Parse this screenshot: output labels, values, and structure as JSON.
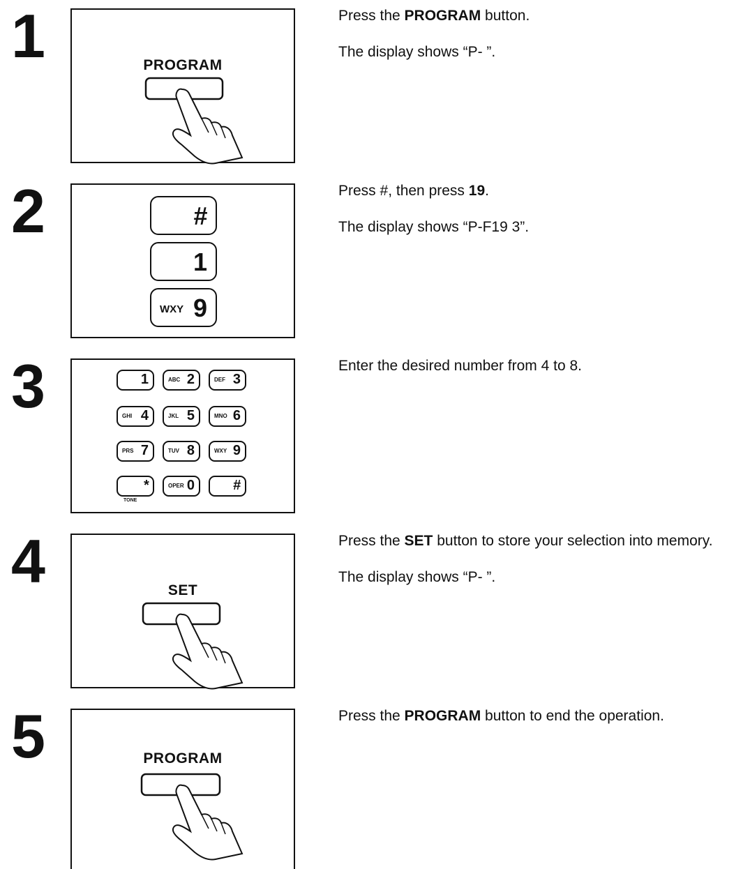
{
  "steps": [
    {
      "number": "1",
      "button_label": "PROGRAM",
      "instr_a": "Press the ",
      "instr_b": "PROGRAM",
      "instr_c": " button.",
      "display": "The display shows “P-  ”."
    },
    {
      "number": "2",
      "instr_a": "Press #, then press ",
      "instr_b": "19",
      "instr_c": ".",
      "display": "The display shows “P-F19  3”.",
      "keys": [
        {
          "sub": "",
          "glyph": "#"
        },
        {
          "sub": "",
          "glyph": "1"
        },
        {
          "sub": "WXY",
          "glyph": "9"
        }
      ]
    },
    {
      "number": "3",
      "instr": "Enter the desired number from 4 to 8.",
      "keypad": [
        {
          "letters": "",
          "digit": "1"
        },
        {
          "letters": "ABC",
          "digit": "2"
        },
        {
          "letters": "DEF",
          "digit": "3"
        },
        {
          "letters": "GHI",
          "digit": "4"
        },
        {
          "letters": "JKL",
          "digit": "5"
        },
        {
          "letters": "MNO",
          "digit": "6"
        },
        {
          "letters": "PRS",
          "digit": "7"
        },
        {
          "letters": "TUV",
          "digit": "8"
        },
        {
          "letters": "WXY",
          "digit": "9"
        },
        {
          "letters": "",
          "digit": "*"
        },
        {
          "letters": "OPER",
          "digit": "0"
        },
        {
          "letters": "",
          "digit": "#"
        }
      ],
      "tone_label": "TONE"
    },
    {
      "number": "4",
      "button_label": "SET",
      "instr_a": "Press the ",
      "instr_b": "SET",
      "instr_c": " button to store your selection into memory.",
      "display": "The display shows “P-  ”."
    },
    {
      "number": "5",
      "button_label": "PROGRAM",
      "instr_a": "Press the ",
      "instr_b": "PROGRAM",
      "instr_c": " button to end the operation."
    }
  ]
}
